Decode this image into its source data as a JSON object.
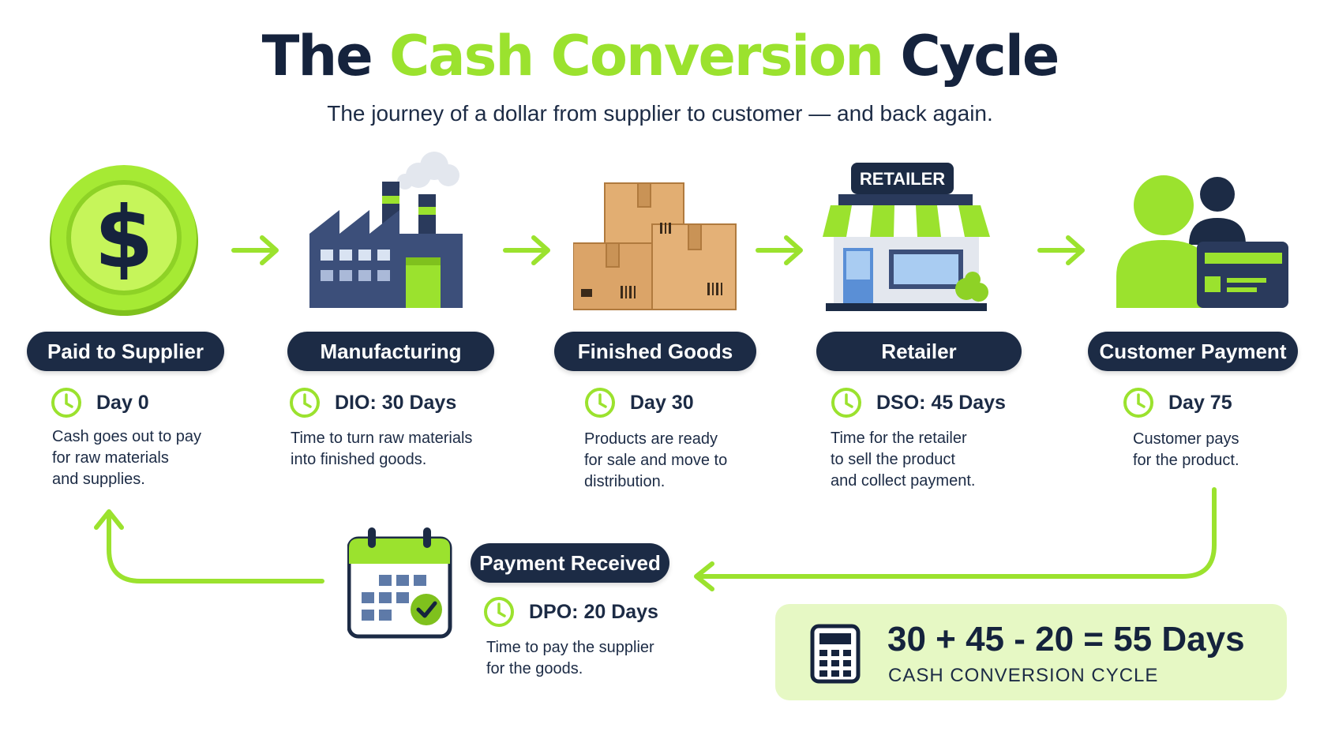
{
  "header": {
    "title_prefix": "The",
    "title_accent": "Cash Conversion",
    "title_suffix": "Cycle",
    "subtitle": "The journey of a dollar from supplier to customer — and back again."
  },
  "colors": {
    "accent": "#9be22e",
    "navy": "#1c2b45",
    "result_bg": "#e6f8c4"
  },
  "stages": [
    {
      "icon": "dollar-coin-icon",
      "label": "Paid to Supplier",
      "day": "Day 0",
      "desc": [
        "Cash goes out to pay",
        "for raw materials",
        "and supplies."
      ]
    },
    {
      "icon": "factory-icon",
      "label": "Manufacturing",
      "day": "DIO: 30 Days",
      "desc": [
        "Time to turn raw materials",
        "into finished goods."
      ]
    },
    {
      "icon": "boxes-icon",
      "label": "Finished Goods",
      "day": "Day 30",
      "desc": [
        "Products are ready",
        "for sale and move to",
        "distribution."
      ]
    },
    {
      "icon": "store-icon",
      "label": "Retailer",
      "day": "DSO: 45 Days",
      "desc": [
        "Time for the retailer",
        "to sell the product",
        "and collect payment."
      ],
      "sign": "RETAILER"
    },
    {
      "icon": "customer-card-icon",
      "label": "Customer Payment",
      "day": "Day 75",
      "desc": [
        "Customer pays",
        "for the product."
      ]
    }
  ],
  "payment_received": {
    "icon": "calendar-check-icon",
    "label": "Payment Received",
    "day": "DPO: 20 Days",
    "desc": [
      "Time to pay the supplier",
      "for the goods."
    ]
  },
  "result": {
    "icon": "calculator-icon",
    "formula": "30 + 45 - 20 = 55 Days",
    "caption": "CASH CONVERSION CYCLE"
  }
}
